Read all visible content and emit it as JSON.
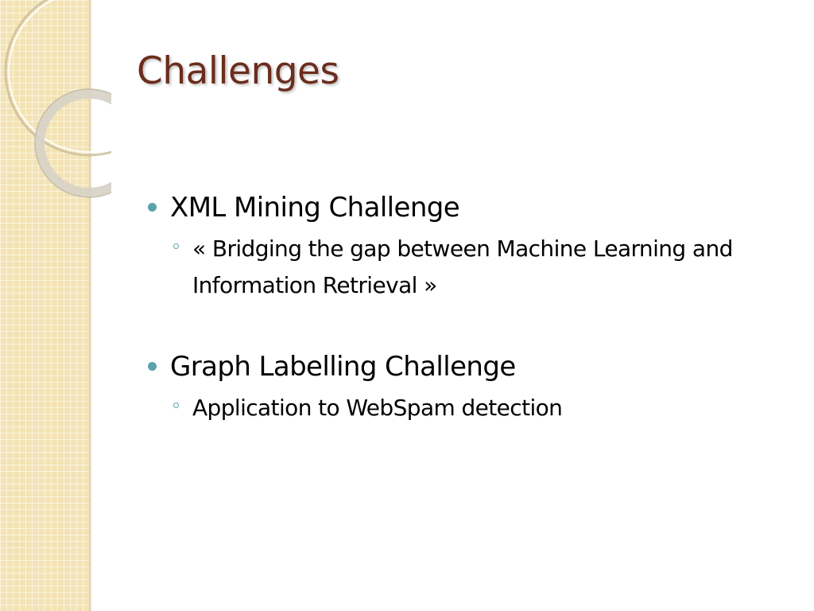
{
  "slide": {
    "title": "Challenges",
    "bullets": [
      {
        "text": "XML Mining Challenge",
        "sub": [
          "« Bridging the gap between Machine Learning and Information Retrieval »"
        ]
      },
      {
        "text": "Graph Labelling Challenge",
        "sub": [
          "Application to WebSpam detection"
        ]
      }
    ]
  },
  "colors": {
    "title": "#6b2d1d",
    "bullet": "#5ba2ad",
    "side_panel": "#f3e3b4"
  }
}
